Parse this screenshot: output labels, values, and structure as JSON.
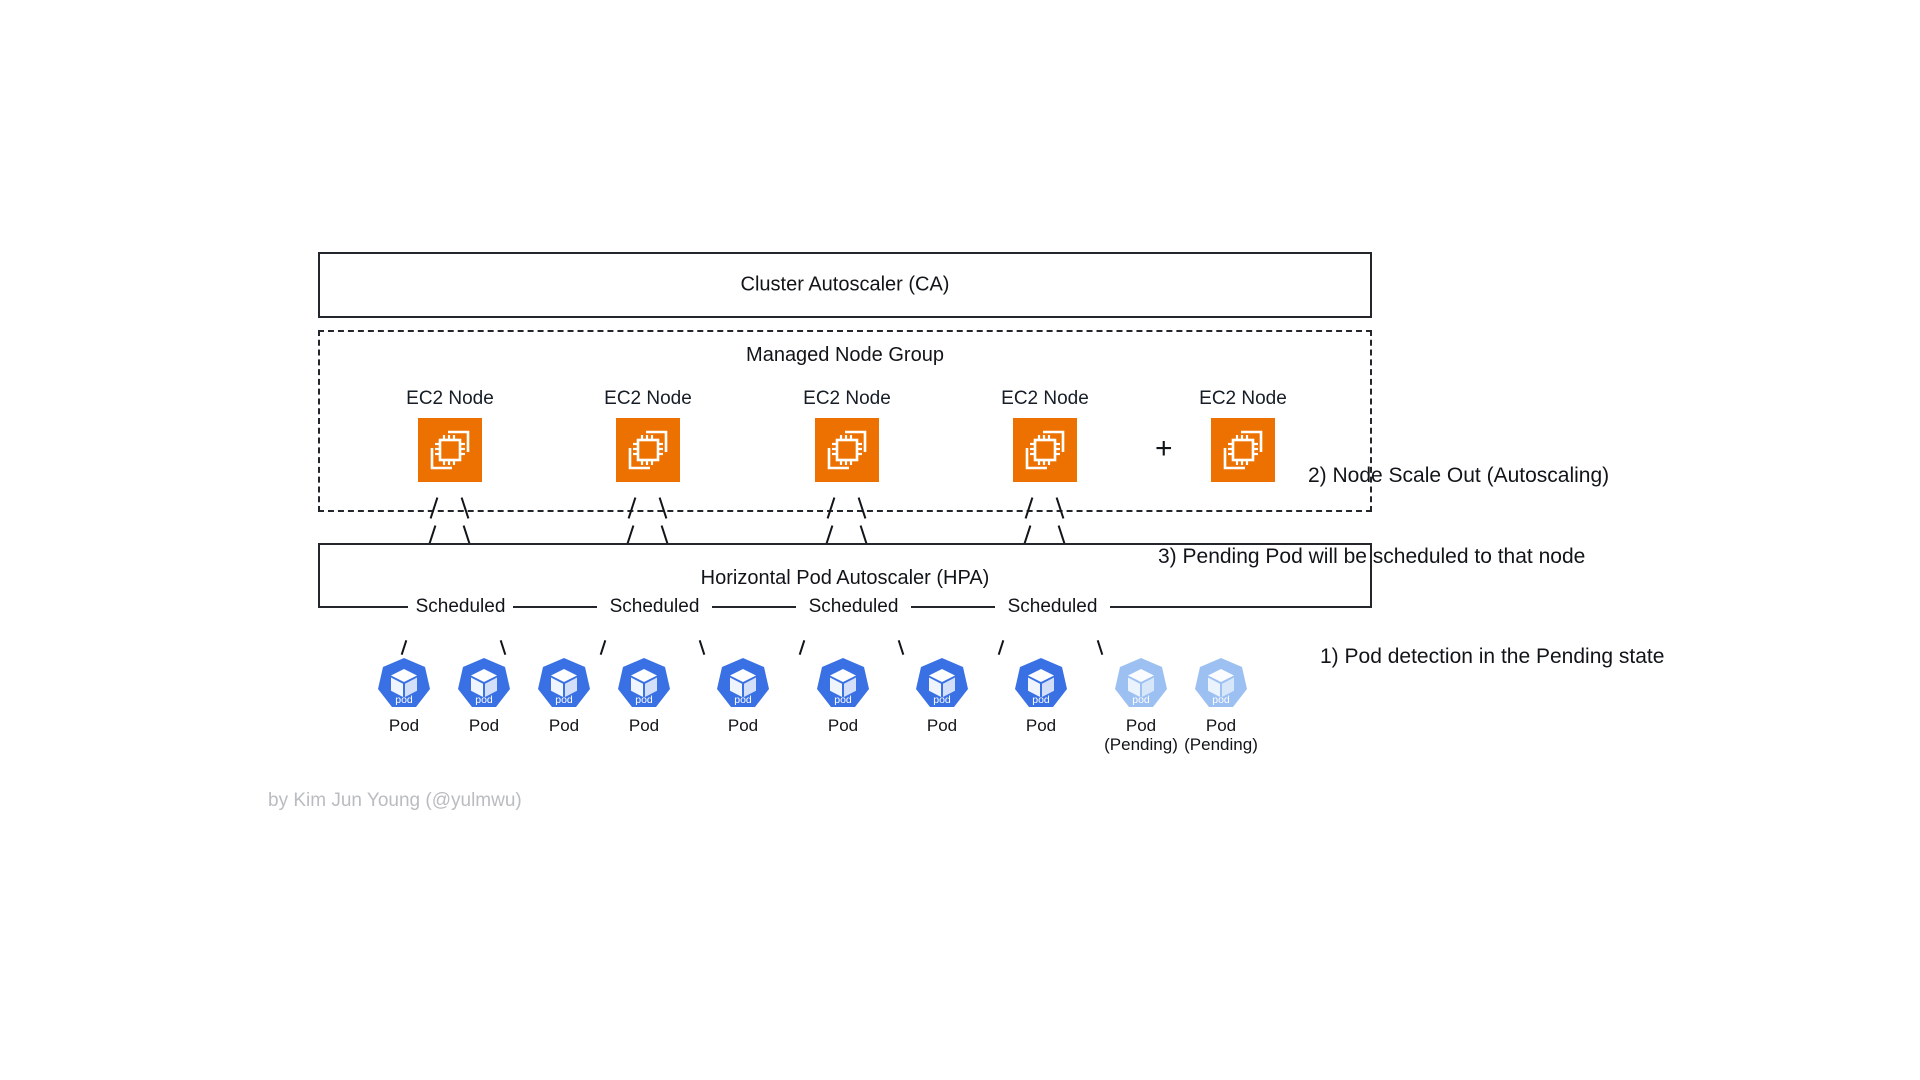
{
  "diagram": {
    "title": "Kubernetes Cluster Autoscaler / HPA scaling flow",
    "byline": "by Kim Jun Young (@yulmwu)"
  },
  "boxes": {
    "cluster_autoscaler": {
      "label": "Cluster Autoscaler (CA)",
      "style": "solid"
    },
    "managed_node_group": {
      "label": "Managed Node Group",
      "style": "dashed"
    },
    "hpa": {
      "label": "Horizontal Pod Autoscaler (HPA)",
      "style": "solid-open-bottom"
    }
  },
  "nodes": [
    {
      "label": "EC2 Node",
      "icon": "ec2-instance-icon",
      "inside_group": true,
      "added": false
    },
    {
      "label": "EC2 Node",
      "icon": "ec2-instance-icon",
      "inside_group": true,
      "added": false
    },
    {
      "label": "EC2 Node",
      "icon": "ec2-instance-icon",
      "inside_group": true,
      "added": false
    },
    {
      "label": "EC2 Node",
      "icon": "ec2-instance-icon",
      "inside_group": true,
      "added": false
    },
    {
      "label": "EC2 Node",
      "icon": "ec2-instance-icon",
      "inside_group": false,
      "added": true
    }
  ],
  "plus_sign": "+",
  "scheduled_labels": [
    "Scheduled",
    "Scheduled",
    "Scheduled",
    "Scheduled"
  ],
  "pods": [
    {
      "label": "Pod",
      "state": "running",
      "icon": "kubernetes-pod-icon",
      "badge": "pod"
    },
    {
      "label": "Pod",
      "state": "running",
      "icon": "kubernetes-pod-icon",
      "badge": "pod"
    },
    {
      "label": "Pod",
      "state": "running",
      "icon": "kubernetes-pod-icon",
      "badge": "pod"
    },
    {
      "label": "Pod",
      "state": "running",
      "icon": "kubernetes-pod-icon",
      "badge": "pod"
    },
    {
      "label": "Pod",
      "state": "running",
      "icon": "kubernetes-pod-icon",
      "badge": "pod"
    },
    {
      "label": "Pod",
      "state": "running",
      "icon": "kubernetes-pod-icon",
      "badge": "pod"
    },
    {
      "label": "Pod",
      "state": "running",
      "icon": "kubernetes-pod-icon",
      "badge": "pod"
    },
    {
      "label": "Pod",
      "state": "running",
      "icon": "kubernetes-pod-icon",
      "badge": "pod"
    },
    {
      "label": "Pod\n(Pending)",
      "state": "pending",
      "icon": "kubernetes-pod-icon",
      "badge": "pod"
    },
    {
      "label": "Pod\n(Pending)",
      "state": "pending",
      "icon": "kubernetes-pod-icon",
      "badge": "pod"
    }
  ],
  "annotations": {
    "step1": "1) Pod detection in the Pending state",
    "step2": "2) Node Scale Out (Autoscaling)",
    "step3": "3) Pending Pod will be scheduled to that node"
  },
  "colors": {
    "aws_orange": "#ED7100",
    "kubernetes_blue": "#3970E4",
    "pending_pod_blue": "#9DC0F2",
    "stroke": "#23272b",
    "text": "#111418",
    "byline_gray": "#b9bcc0",
    "background": "#ffffff"
  }
}
